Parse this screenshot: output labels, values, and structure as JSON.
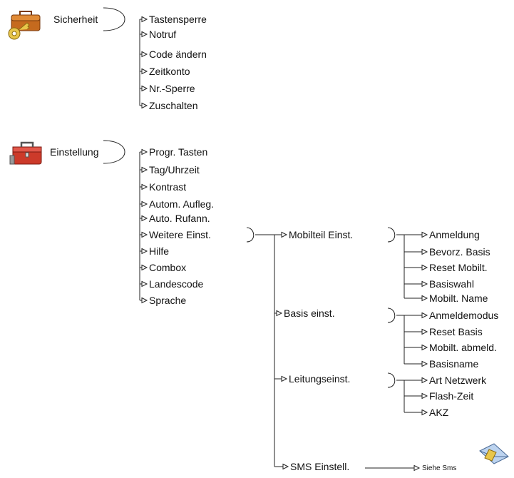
{
  "menus": [
    {
      "id": "sicherheit",
      "icon": "briefcase-key-icon",
      "title": "Sicherheit",
      "items": [
        "Tastensperre",
        "Notruf",
        "Code ändern",
        "Zeitkonto",
        "Nr.-Sperre",
        "Zuschalten"
      ]
    },
    {
      "id": "einstellung",
      "icon": "toolbox-icon",
      "title": "Einstellung",
      "items": [
        "Progr. Tasten",
        "Tag/Uhrzeit",
        "Kontrast",
        "Autom. Aufleg.",
        "Auto. Rufann.",
        "Weitere Einst.",
        "Hilfe",
        "Combox",
        "Landescode",
        "Sprache"
      ]
    }
  ],
  "weitere": {
    "groups": [
      {
        "title": "Mobilteil Einst.",
        "items": [
          "Anmeldung",
          "Bevorz. Basis",
          "Reset Mobilt.",
          "Basiswahl",
          "Mobilt. Name"
        ]
      },
      {
        "title": "Basis einst.",
        "items": [
          "Anmeldemodus",
          "Reset Basis",
          "Mobilt. abmeld.",
          "Basisname"
        ]
      },
      {
        "title": "Leitungseinst.",
        "items": [
          "Art Netzwerk",
          "Flash-Zeit",
          "AKZ"
        ]
      },
      {
        "title": "SMS Einstell.",
        "items": []
      }
    ],
    "sms_ref": {
      "text": "Siehe Sms",
      "icon": "sms-envelope-icon"
    }
  }
}
